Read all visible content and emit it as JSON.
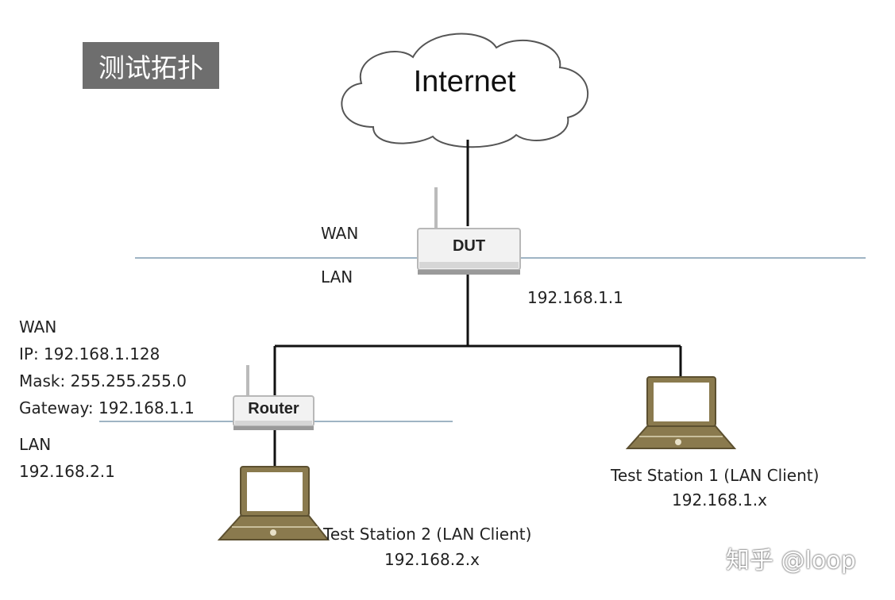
{
  "title": "测试拓扑",
  "internet_label": "Internet",
  "dut": {
    "label": "DUT",
    "wan_label": "WAN",
    "lan_label": "LAN",
    "ip": "192.168.1.1"
  },
  "router": {
    "label": "Router",
    "wan_lines": [
      "WAN",
      "IP: 192.168.1.128",
      "Mask: 255.255.255.0",
      "Gateway: 192.168.1.1"
    ],
    "lan_lines": [
      "LAN",
      "192.168.2.1"
    ]
  },
  "station1": {
    "name": "Test Station 1 (LAN Client)",
    "ip": "192.168.1.x"
  },
  "station2": {
    "name": "Test Station 2 (LAN Client)",
    "ip": "192.168.2.x"
  },
  "watermark": "知乎 @loop",
  "colors": {
    "title_bg": "#6e6e6e",
    "segment_line": "#9fb4c4",
    "wire": "#111111",
    "laptop": "#8a7a4e"
  }
}
